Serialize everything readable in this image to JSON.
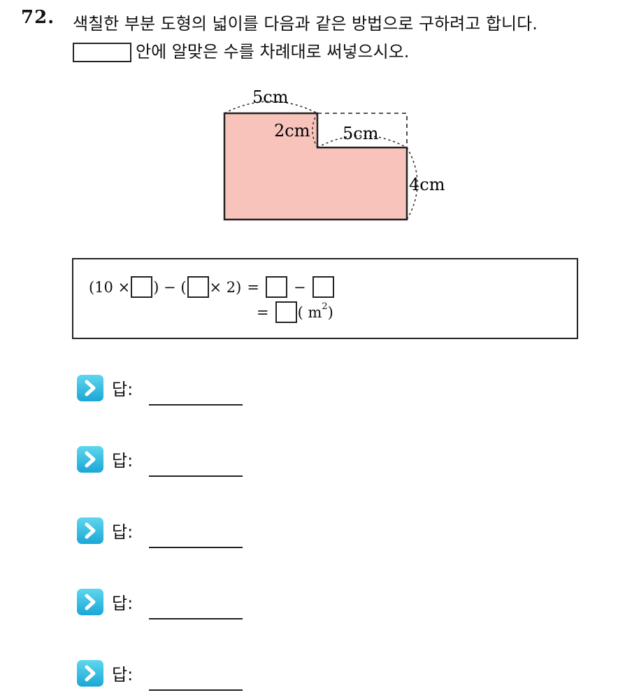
{
  "question": {
    "number": "72.",
    "line1": "색칠한 부분 도형의 넓이를 다음과 같은 방법으로 구하려고 합니다.",
    "line2": "안에 알맞은 수를 차례대로 써넣으시오."
  },
  "figure": {
    "fill_color": "#f8c3bb",
    "labels": {
      "top": "5cm",
      "step_height": "2cm",
      "step_width": "5cm",
      "right_height": "4cm"
    }
  },
  "formula": {
    "l1_open": "(10 ×",
    "l1_mid": ") − (",
    "l1_times2": "× 2)",
    "l1_eq": "=",
    "l1_minus": "−",
    "l2_eq": "=",
    "l2_unit_open": "( m",
    "l2_unit_sup": "2",
    "l2_unit_close": ")"
  },
  "answers": [
    {
      "label": "답:"
    },
    {
      "label": "답:"
    },
    {
      "label": "답:"
    },
    {
      "label": "답:"
    },
    {
      "label": "답:"
    }
  ],
  "colors": {
    "icon": "#1aa7d6",
    "shape_fill": "#f8c3bb"
  }
}
